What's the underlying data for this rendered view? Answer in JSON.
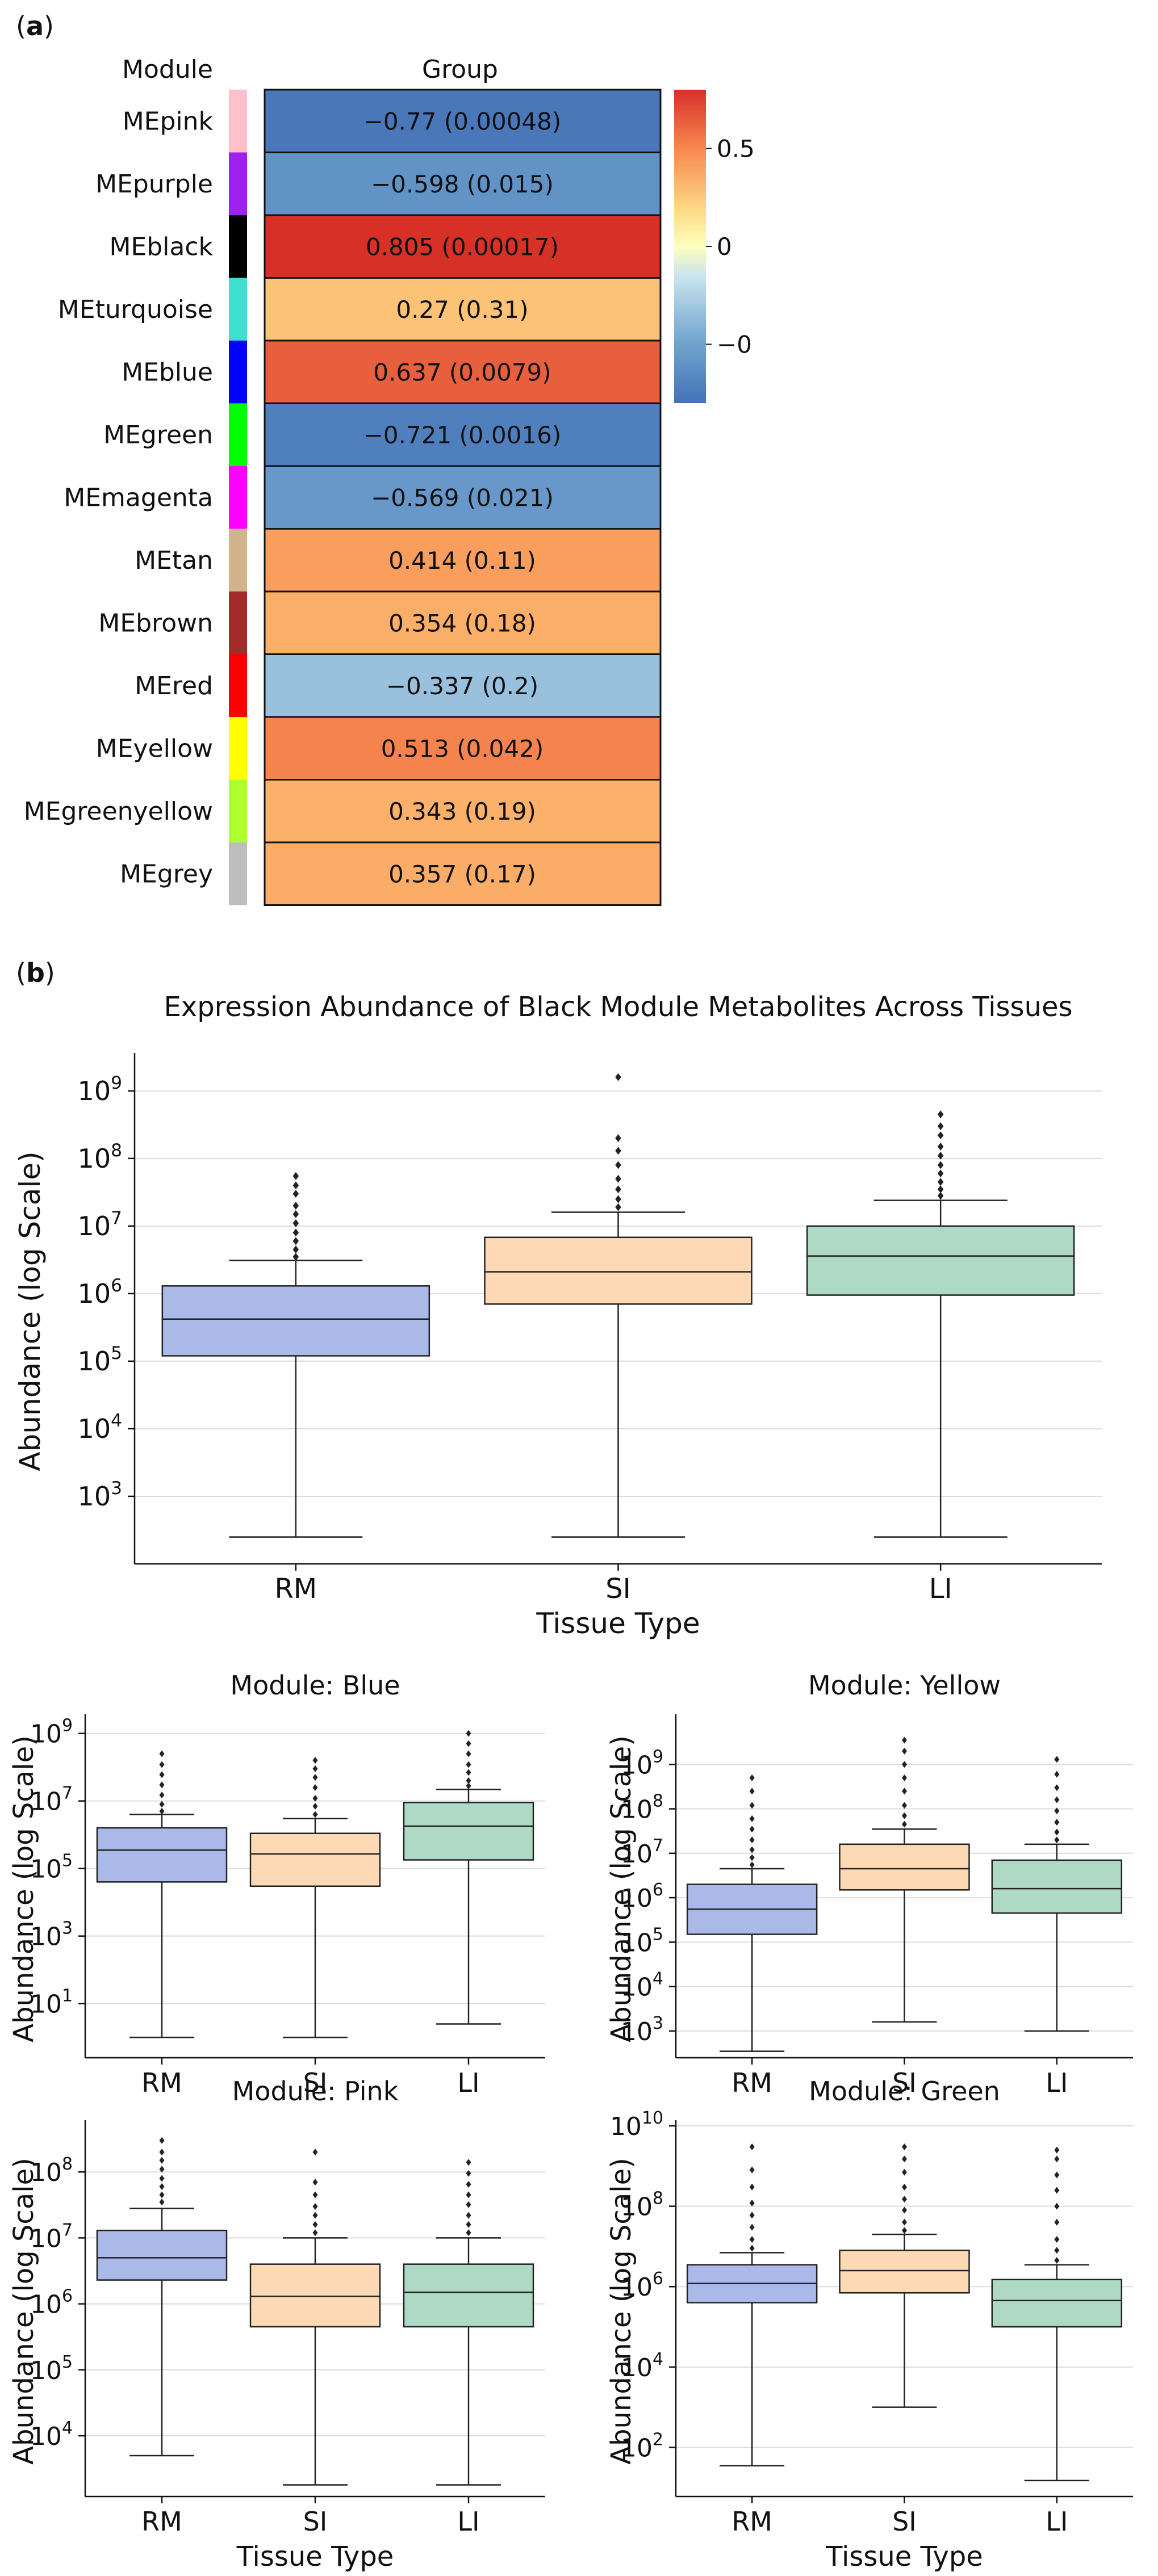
{
  "panel_a": {
    "label": "(a)",
    "row_header": "Module",
    "col_header": "Group",
    "colorbar_ticks": [
      {
        "value": 0.5,
        "label": "0.5"
      },
      {
        "value": 0,
        "label": "0"
      },
      {
        "value": -0.5,
        "label": "−0"
      }
    ],
    "colorbar_range": [
      -0.8,
      0.8
    ],
    "rows": [
      {
        "name": "MEpink",
        "swatch": "#ffc0cb",
        "value": -0.77,
        "cell_label": "−0.77 (0.00048)"
      },
      {
        "name": "MEpurple",
        "swatch": "#a020f0",
        "value": -0.598,
        "cell_label": "−0.598 (0.015)"
      },
      {
        "name": "MEblack",
        "swatch": "#000000",
        "value": 0.805,
        "cell_label": "0.805 (0.00017)"
      },
      {
        "name": "MEturquoise",
        "swatch": "#40e0d0",
        "value": 0.27,
        "cell_label": "0.27 (0.31)"
      },
      {
        "name": "MEblue",
        "swatch": "#0000ff",
        "value": 0.637,
        "cell_label": "0.637 (0.0079)"
      },
      {
        "name": "MEgreen",
        "swatch": "#00ff00",
        "value": -0.721,
        "cell_label": "−0.721 (0.0016)"
      },
      {
        "name": "MEmagenta",
        "swatch": "#ff00ff",
        "value": -0.569,
        "cell_label": "−0.569 (0.021)"
      },
      {
        "name": "MEtan",
        "swatch": "#d2b48c",
        "value": 0.414,
        "cell_label": "0.414 (0.11)"
      },
      {
        "name": "MEbrown",
        "swatch": "#a52a2a",
        "value": 0.354,
        "cell_label": "0.354 (0.18)"
      },
      {
        "name": "MEred",
        "swatch": "#ff0000",
        "value": -0.337,
        "cell_label": "−0.337 (0.2)"
      },
      {
        "name": "MEyellow",
        "swatch": "#ffff00",
        "value": 0.513,
        "cell_label": "0.513 (0.042)"
      },
      {
        "name": "MEgreenyellow",
        "swatch": "#adff2f",
        "value": 0.343,
        "cell_label": "0.343 (0.19)"
      },
      {
        "name": "MEgrey",
        "swatch": "#bebebe",
        "value": 0.357,
        "cell_label": "0.357 (0.17)"
      }
    ]
  },
  "panel_b": {
    "label": "(b)"
  },
  "colors": {
    "RM": "#aab9e8",
    "SI": "#fdd9b5",
    "LI": "#aed9c4"
  },
  "chart_data": [
    {
      "type": "box",
      "title": "Expression Abundance of Black Module Metabolites Across Tissues",
      "xlabel": "Tissue Type",
      "ylabel": "Abundance (log Scale)",
      "yscale": "log",
      "ylim": [
        100,
        3000000000
      ],
      "yticks": [
        1000,
        10000,
        100000,
        1000000,
        10000000,
        100000000,
        1000000000
      ],
      "ytick_labels": [
        [
          "10",
          "3"
        ],
        [
          "10",
          "4"
        ],
        [
          "10",
          "5"
        ],
        [
          "10",
          "6"
        ],
        [
          "10",
          "7"
        ],
        [
          "10",
          "8"
        ],
        [
          "10",
          "9"
        ]
      ],
      "categories": [
        "RM",
        "SI",
        "LI"
      ],
      "boxes": [
        {
          "category": "RM",
          "min": 250,
          "q1": 120000,
          "median": 420000,
          "q3": 1300000,
          "max": 3100000,
          "outliers": [
            3500000,
            4500000,
            6000000,
            8000000,
            11000000,
            15000000,
            20000000,
            30000000,
            40000000,
            55000000
          ]
        },
        {
          "category": "SI",
          "min": 250,
          "q1": 700000,
          "median": 2100000,
          "q3": 6800000,
          "max": 16000000,
          "outliers": [
            19000000,
            25000000,
            35000000,
            50000000,
            80000000,
            130000000,
            200000000,
            1600000000
          ]
        },
        {
          "category": "LI",
          "min": 250,
          "q1": 950000,
          "median": 3600000,
          "q3": 10000000,
          "max": 24000000,
          "outliers": [
            28000000,
            35000000,
            45000000,
            60000000,
            80000000,
            110000000,
            150000000,
            220000000,
            300000000,
            450000000
          ]
        }
      ],
      "grid": true
    },
    {
      "type": "box",
      "title": "Module: Blue",
      "xlabel": "",
      "ylabel": "Abundance (log Scale)",
      "yscale": "log",
      "ylim": [
        0.25,
        2500000000
      ],
      "yticks": [
        10,
        1000,
        100000,
        10000000,
        1000000000
      ],
      "ytick_labels": [
        [
          "10",
          "1"
        ],
        [
          "10",
          "3"
        ],
        [
          "10",
          "5"
        ],
        [
          "10",
          "7"
        ],
        [
          "10",
          "9"
        ]
      ],
      "categories": [
        "RM",
        "SI",
        "LI"
      ],
      "boxes": [
        {
          "category": "RM",
          "min": 1,
          "q1": 40000,
          "median": 350000,
          "q3": 1600000,
          "max": 4000000,
          "outliers": [
            5000000,
            8000000,
            15000000,
            30000000,
            60000000,
            120000000,
            250000000
          ]
        },
        {
          "category": "SI",
          "min": 1,
          "q1": 30000,
          "median": 270000,
          "q3": 1100000,
          "max": 3000000,
          "outliers": [
            4000000,
            7000000,
            12000000,
            25000000,
            50000000,
            90000000,
            160000000
          ]
        },
        {
          "category": "LI",
          "min": 2.5,
          "q1": 180000,
          "median": 1800000,
          "q3": 9000000,
          "max": 22000000,
          "outliers": [
            28000000,
            40000000,
            70000000,
            120000000,
            250000000,
            500000000,
            1000000000
          ]
        }
      ],
      "grid": true
    },
    {
      "type": "box",
      "title": "Module: Yellow",
      "xlabel": "",
      "ylabel": "Abundance (log Scale)",
      "yscale": "log",
      "ylim": [
        250,
        10000000000
      ],
      "yticks": [
        1000,
        10000,
        100000,
        1000000,
        10000000,
        100000000,
        1000000000
      ],
      "ytick_labels": [
        [
          "10",
          "3"
        ],
        [
          "10",
          "4"
        ],
        [
          "10",
          "5"
        ],
        [
          "10",
          "6"
        ],
        [
          "10",
          "7"
        ],
        [
          "10",
          "8"
        ],
        [
          "10",
          "9"
        ]
      ],
      "categories": [
        "RM",
        "SI",
        "LI"
      ],
      "boxes": [
        {
          "category": "RM",
          "min": 350,
          "q1": 150000,
          "median": 550000,
          "q3": 2000000,
          "max": 4500000,
          "outliers": [
            5500000,
            8000000,
            12000000,
            20000000,
            35000000,
            60000000,
            120000000,
            250000000,
            500000000
          ]
        },
        {
          "category": "SI",
          "min": 1600,
          "q1": 1500000,
          "median": 4500000,
          "q3": 16000000,
          "max": 35000000,
          "outliers": [
            45000000,
            70000000,
            120000000,
            250000000,
            500000000,
            1000000000,
            2000000000,
            3500000000
          ]
        },
        {
          "category": "LI",
          "min": 1000,
          "q1": 450000,
          "median": 1600000,
          "q3": 7000000,
          "max": 16000000,
          "outliers": [
            20000000,
            30000000,
            50000000,
            90000000,
            160000000,
            300000000,
            600000000,
            1300000000
          ]
        }
      ],
      "grid": true
    },
    {
      "type": "box",
      "title": "Module: Pink",
      "xlabel": "Tissue Type",
      "ylabel": "Abundance (log Scale)",
      "yscale": "log",
      "ylim": [
        1200,
        500000000
      ],
      "yticks": [
        10000,
        100000,
        1000000,
        10000000,
        100000000
      ],
      "ytick_labels": [
        [
          "10",
          "4"
        ],
        [
          "10",
          "5"
        ],
        [
          "10",
          "6"
        ],
        [
          "10",
          "7"
        ],
        [
          "10",
          "8"
        ]
      ],
      "categories": [
        "RM",
        "SI",
        "LI"
      ],
      "boxes": [
        {
          "category": "RM",
          "min": 5000,
          "q1": 2300000,
          "median": 5000000,
          "q3": 13000000,
          "max": 28000000,
          "outliers": [
            35000000,
            45000000,
            60000000,
            80000000,
            110000000,
            150000000,
            200000000,
            300000000
          ]
        },
        {
          "category": "SI",
          "min": 1800,
          "q1": 450000,
          "median": 1300000,
          "q3": 4000000,
          "max": 10000000,
          "outliers": [
            12000000,
            16000000,
            22000000,
            30000000,
            45000000,
            70000000,
            200000000
          ]
        },
        {
          "category": "LI",
          "min": 1800,
          "q1": 450000,
          "median": 1500000,
          "q3": 4000000,
          "max": 10000000,
          "outliers": [
            12000000,
            16000000,
            22000000,
            32000000,
            45000000,
            65000000,
            95000000,
            140000000
          ]
        }
      ],
      "grid": true
    },
    {
      "type": "box",
      "title": "Module: Green",
      "xlabel": "Tissue Type",
      "ylabel": "Abundance (log Scale)",
      "yscale": "log",
      "ylim": [
        6,
        10000000000
      ],
      "yticks": [
        100,
        10000,
        1000000,
        100000000,
        10000000000
      ],
      "ytick_labels": [
        [
          "10",
          "2"
        ],
        [
          "10",
          "4"
        ],
        [
          "10",
          "6"
        ],
        [
          "10",
          "8"
        ],
        [
          "10",
          "10"
        ]
      ],
      "categories": [
        "RM",
        "SI",
        "LI"
      ],
      "boxes": [
        {
          "category": "RM",
          "min": 35,
          "q1": 400000,
          "median": 1200000,
          "q3": 3500000,
          "max": 7000000,
          "outliers": [
            9000000,
            15000000,
            30000000,
            60000000,
            120000000,
            300000000,
            800000000,
            3000000000
          ]
        },
        {
          "category": "SI",
          "min": 1000,
          "q1": 700000,
          "median": 2500000,
          "q3": 8000000,
          "max": 20000000,
          "outliers": [
            25000000,
            40000000,
            80000000,
            150000000,
            300000000,
            700000000,
            1500000000,
            3000000000
          ]
        },
        {
          "category": "LI",
          "min": 15,
          "q1": 100000,
          "median": 450000,
          "q3": 1500000,
          "max": 3500000,
          "outliers": [
            4500000,
            8000000,
            15000000,
            40000000,
            100000000,
            250000000,
            600000000,
            1500000000,
            2500000000
          ]
        }
      ],
      "grid": true
    }
  ]
}
